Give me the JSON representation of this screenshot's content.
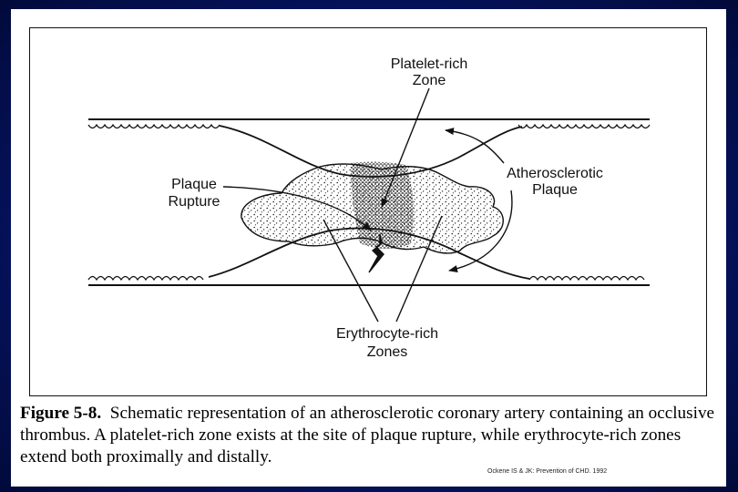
{
  "diagram": {
    "labels": {
      "platelet_line1": "Platelet-rich",
      "platelet_line2": "Zone",
      "athero_line1": "Atherosclerotic",
      "athero_line2": "Plaque",
      "rupture_line1": "Plaque",
      "rupture_line2": "Rupture",
      "erythro_line1": "Erythrocyte-rich",
      "erythro_line2": "Zones"
    }
  },
  "caption": {
    "figure_label": "Figure 5-8.",
    "text": "Schematic representation of an atherosclerotic coronary artery containing an occlusive thrombus. A platelet-rich zone exists at the site of plaque rupture, while erythrocyte-rich zones extend both proximally and distally."
  },
  "credit": "Ockene IS & JK: Prevention of CHD. 1992",
  "colors": {
    "background": "#061465",
    "panel": "#ffffff",
    "ink": "#111111"
  }
}
